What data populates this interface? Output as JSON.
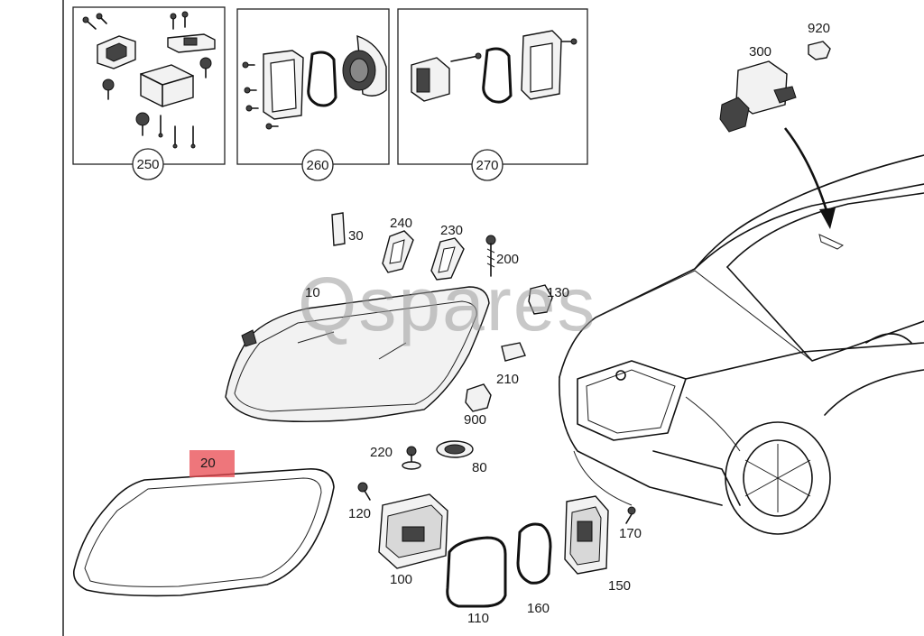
{
  "watermark": "Qspares",
  "kit_labels": [
    "250",
    "260",
    "270"
  ],
  "part_labels": {
    "p10": "10",
    "p20": "20",
    "p30": "30",
    "p80": "80",
    "p100": "100",
    "p110": "110",
    "p120": "120",
    "p130": "130",
    "p150": "150",
    "p160": "160",
    "p170": "170",
    "p200": "200",
    "p210": "210",
    "p220": "220",
    "p230": "230",
    "p240": "240",
    "p300": "300",
    "p900": "900",
    "p920": "920"
  },
  "highlight_color": "#e8484f",
  "line_color": "#111111"
}
